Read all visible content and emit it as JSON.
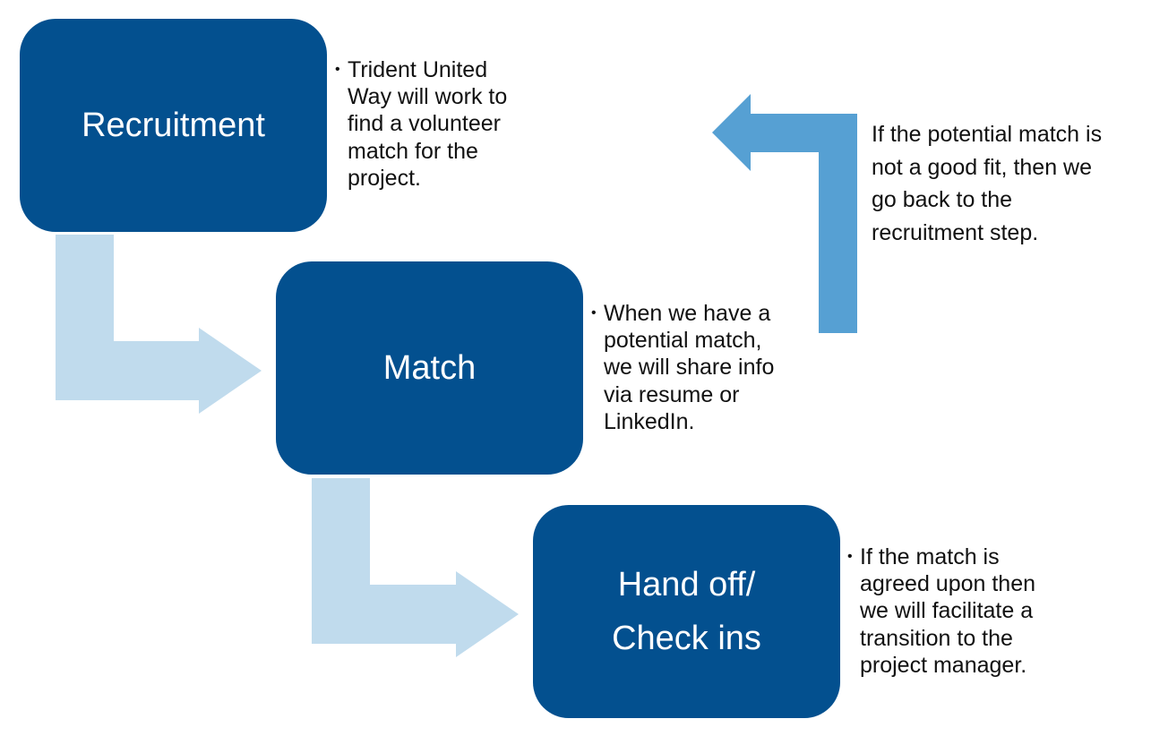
{
  "colors": {
    "box_fill": "#03508f",
    "forward_arrow": "#c0dbed",
    "back_arrow": "#56a0d3"
  },
  "steps": [
    {
      "lines": [
        "Recruitment"
      ]
    },
    {
      "lines": [
        "Match"
      ]
    },
    {
      "lines": [
        "Hand off/",
        "Check ins"
      ]
    }
  ],
  "notes": [
    {
      "lines": [
        "Trident United",
        "Way will work to",
        "find a volunteer",
        "match for the",
        "project."
      ]
    },
    {
      "lines": [
        "When we have a",
        "potential match,",
        "we will share info",
        "via resume or",
        "LinkedIn."
      ]
    },
    {
      "lines": [
        "If the match is",
        "agreed upon then",
        "we will facilitate a",
        "transition to the",
        "project manager."
      ]
    }
  ],
  "feedback": {
    "lines": [
      "If the potential match is",
      "not a good fit, then we",
      "go back to the",
      "recruitment step."
    ]
  },
  "bullet_glyph": "•"
}
